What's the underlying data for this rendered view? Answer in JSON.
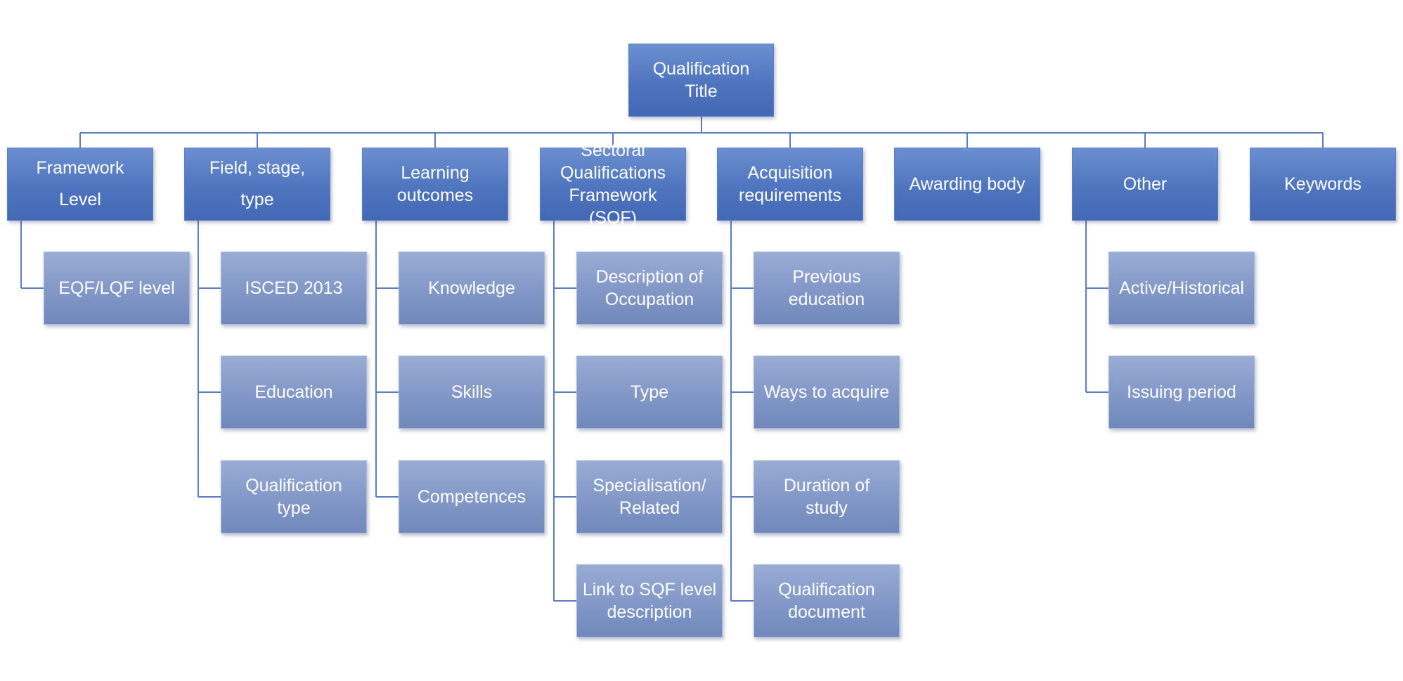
{
  "diagram": {
    "root": {
      "label": "Qualification\nTitle"
    },
    "branches": [
      {
        "label": "Framework\nLevel",
        "children": [
          "EQF/LQF level"
        ]
      },
      {
        "label": "Field, stage,\ntype",
        "children": [
          "ISCED 2013",
          "Education",
          "Qualification\ntype"
        ]
      },
      {
        "label": "Learning\noutcomes",
        "children": [
          "Knowledge",
          "Skills",
          "Competences"
        ]
      },
      {
        "label": "Sectoral\nQualifications\nFramework (SQF)",
        "children": [
          "Description of\nOccupation",
          "Type",
          "Specialisation/\nRelated",
          "Link to SQF level\ndescription"
        ]
      },
      {
        "label": "Acquisition\nrequirements",
        "children": [
          "Previous\neducation",
          "Ways to acquire",
          "Duration of\nstudy",
          "Qualification\ndocument"
        ]
      },
      {
        "label": "Awarding body",
        "children": []
      },
      {
        "label": "Other",
        "children": [
          "Active/Historical",
          "Issuing period"
        ]
      },
      {
        "label": "Keywords",
        "children": []
      }
    ],
    "colors": {
      "primary_box": "#4f75bf",
      "secondary_box": "#8499c8",
      "connector": "#5a7cc5",
      "text": "#ffffff"
    }
  }
}
